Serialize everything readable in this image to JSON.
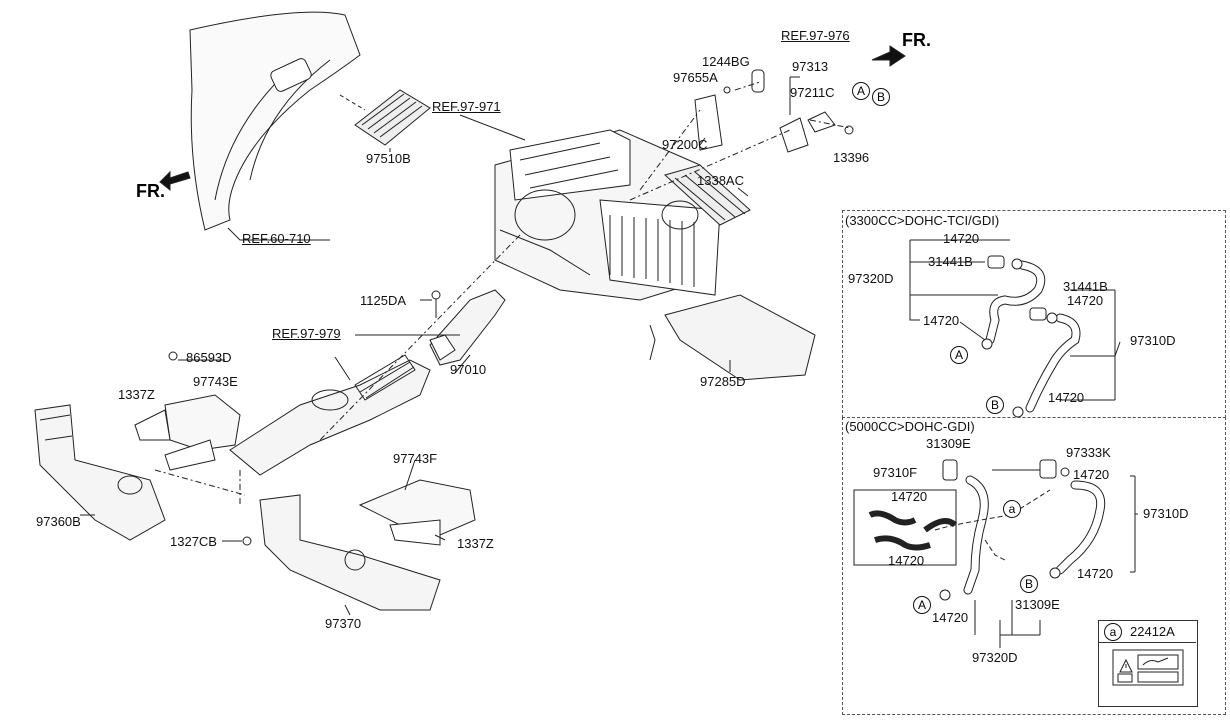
{
  "fr_left": "FR.",
  "fr_right": "FR.",
  "refs": {
    "r97_976": "REF.97-976",
    "r97_971": "REF.97-971",
    "r60_710": "REF.60-710",
    "r97_979": "REF.97-979"
  },
  "parts": {
    "p1244BG": "1244BG",
    "p97655A": "97655A",
    "p97313": "97313",
    "p97211C": "97211C",
    "p13396": "13396",
    "p97510B": "97510B",
    "p97200C": "97200C",
    "p1338AC": "1338AC",
    "p1125DA": "1125DA",
    "p97010": "97010",
    "p97285D": "97285D",
    "p86593D": "86593D",
    "p1337Z_a": "1337Z",
    "p97743E": "97743E",
    "p97360B": "97360B",
    "p97743F": "97743F",
    "p1327CB": "1327CB",
    "p1337Z_b": "1337Z",
    "p97370": "97370"
  },
  "callouts": {
    "A": "A",
    "B": "B",
    "a": "a"
  },
  "panel_top": {
    "title": "(3300CC>DOHC-TCI/GDI)",
    "l14720_1": "14720",
    "l31441B_1": "31441B",
    "l97320D": "97320D",
    "l31441B_2": "31441B",
    "l14720_2": "14720",
    "l14720_3": "14720",
    "l97310D": "97310D",
    "l14720_4": "14720"
  },
  "panel_bottom": {
    "title": "(5000CC>DOHC-GDI)",
    "l31309E_1": "31309E",
    "l97333K": "97333K",
    "l97310F": "97310F",
    "l14720_1": "14720",
    "l14720_2": "14720",
    "l97310D": "97310D",
    "l14720_3": "14720",
    "l14720_4": "14720",
    "l31309E_2": "31309E",
    "l14720_5": "14720",
    "l97320D": "97320D"
  },
  "legend": {
    "code": "22412A",
    "circ": "a"
  }
}
